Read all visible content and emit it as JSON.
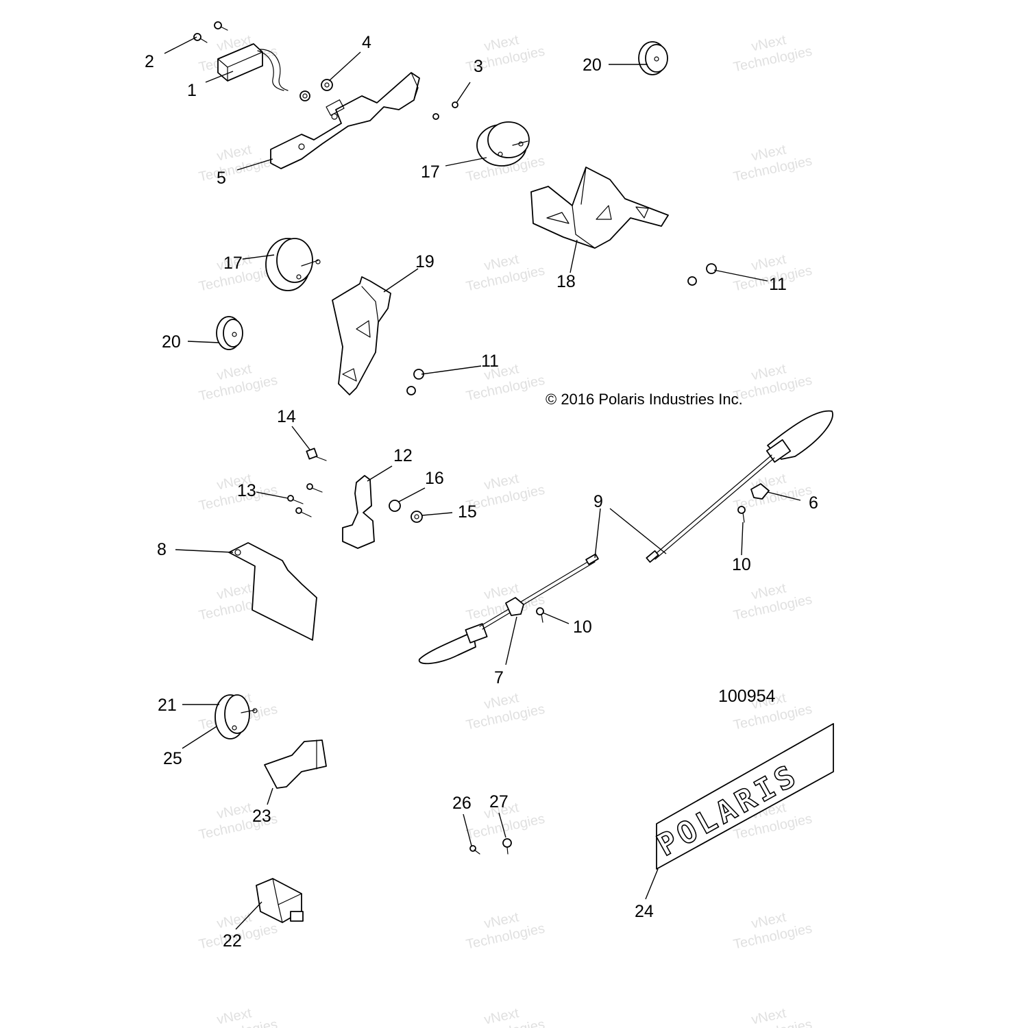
{
  "copyright": "© 2016 Polaris Industries Inc.",
  "figure_number": "100954",
  "plate_text": "POLARIS",
  "watermark": {
    "line1": "vNext",
    "line2": "Technologies"
  },
  "callouts": [
    "1",
    "2",
    "3",
    "4",
    "5",
    "6",
    "7",
    "8",
    "9",
    "10",
    "10",
    "11",
    "11",
    "12",
    "13",
    "14",
    "15",
    "16",
    "17",
    "17",
    "18",
    "19",
    "20",
    "20",
    "21",
    "22",
    "23",
    "24",
    "25",
    "26",
    "27"
  ]
}
